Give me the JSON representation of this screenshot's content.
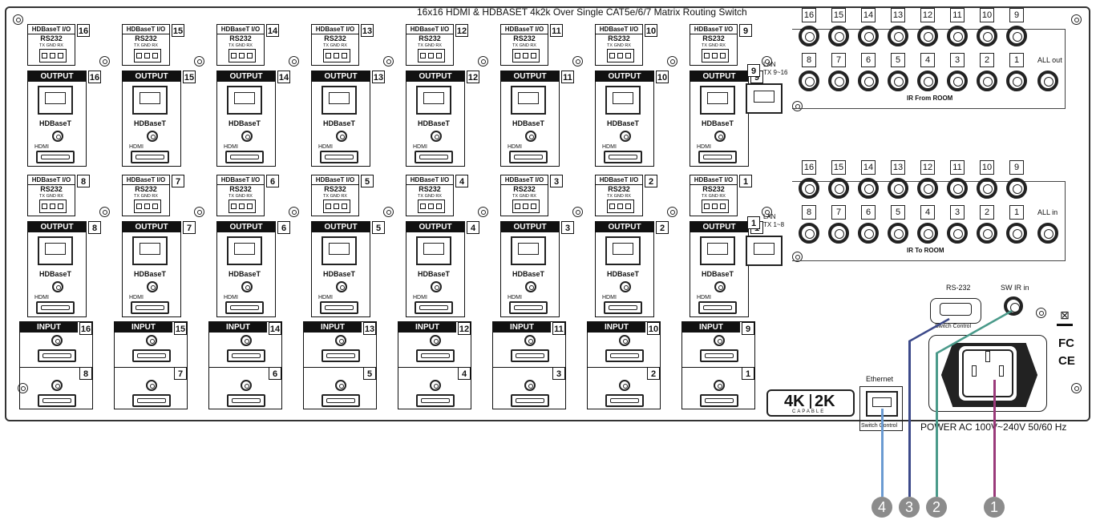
{
  "title": "16x16  HDMI & HDBASET 4k2k Over Single CAT5e/6/7 Matrix Routing Switch",
  "labels": {
    "hdbaset_io": "HDBaseT I/O",
    "rs232": "RS232",
    "pins": "TX  GND  RX",
    "output": "OUTPUT",
    "input": "INPUT",
    "hdbaset": "HDBaseT",
    "hdmi": "HDMI",
    "lan": "LAN",
    "tx_9_16": "TX 9~16",
    "tx_1_8": "TX 1~8",
    "ir_from_room": "IR From ROOM",
    "ir_to_room": "IR To ROOM",
    "all_out": "ALL out",
    "all_in": "ALL in",
    "rs232_port": "RS-232",
    "sw_ir_in": "SW IR in",
    "switch_control": "Switch Control",
    "ethernet": "Ethernet",
    "logo_4k": "4K",
    "logo_2k": "2K",
    "logo_capable": "CAPABLE",
    "fc": "FC",
    "ce": "CE",
    "power": "POWER AC 100V~240V 50/60 Hz"
  },
  "top_outputs": [
    "16",
    "15",
    "14",
    "13",
    "12",
    "11",
    "10",
    "9"
  ],
  "bottom_outputs": [
    "8",
    "7",
    "6",
    "5",
    "4",
    "3",
    "2",
    "1"
  ],
  "top_inputs": [
    "16",
    "15",
    "14",
    "13",
    "12",
    "11",
    "10",
    "9"
  ],
  "bottom_inputs": [
    "8",
    "7",
    "6",
    "5",
    "4",
    "3",
    "2",
    "1"
  ],
  "ir_row_top": [
    "16",
    "15",
    "14",
    "13",
    "12",
    "11",
    "10",
    "9"
  ],
  "ir_row_bottom": [
    "8",
    "7",
    "6",
    "5",
    "4",
    "3",
    "2",
    "1"
  ],
  "callouts": [
    {
      "number": "4",
      "color": "#6b9bd2"
    },
    {
      "number": "3",
      "color": "#3d4a8a"
    },
    {
      "number": "2",
      "color": "#4a9a8a"
    },
    {
      "number": "1",
      "color": "#9a3a7a"
    }
  ]
}
